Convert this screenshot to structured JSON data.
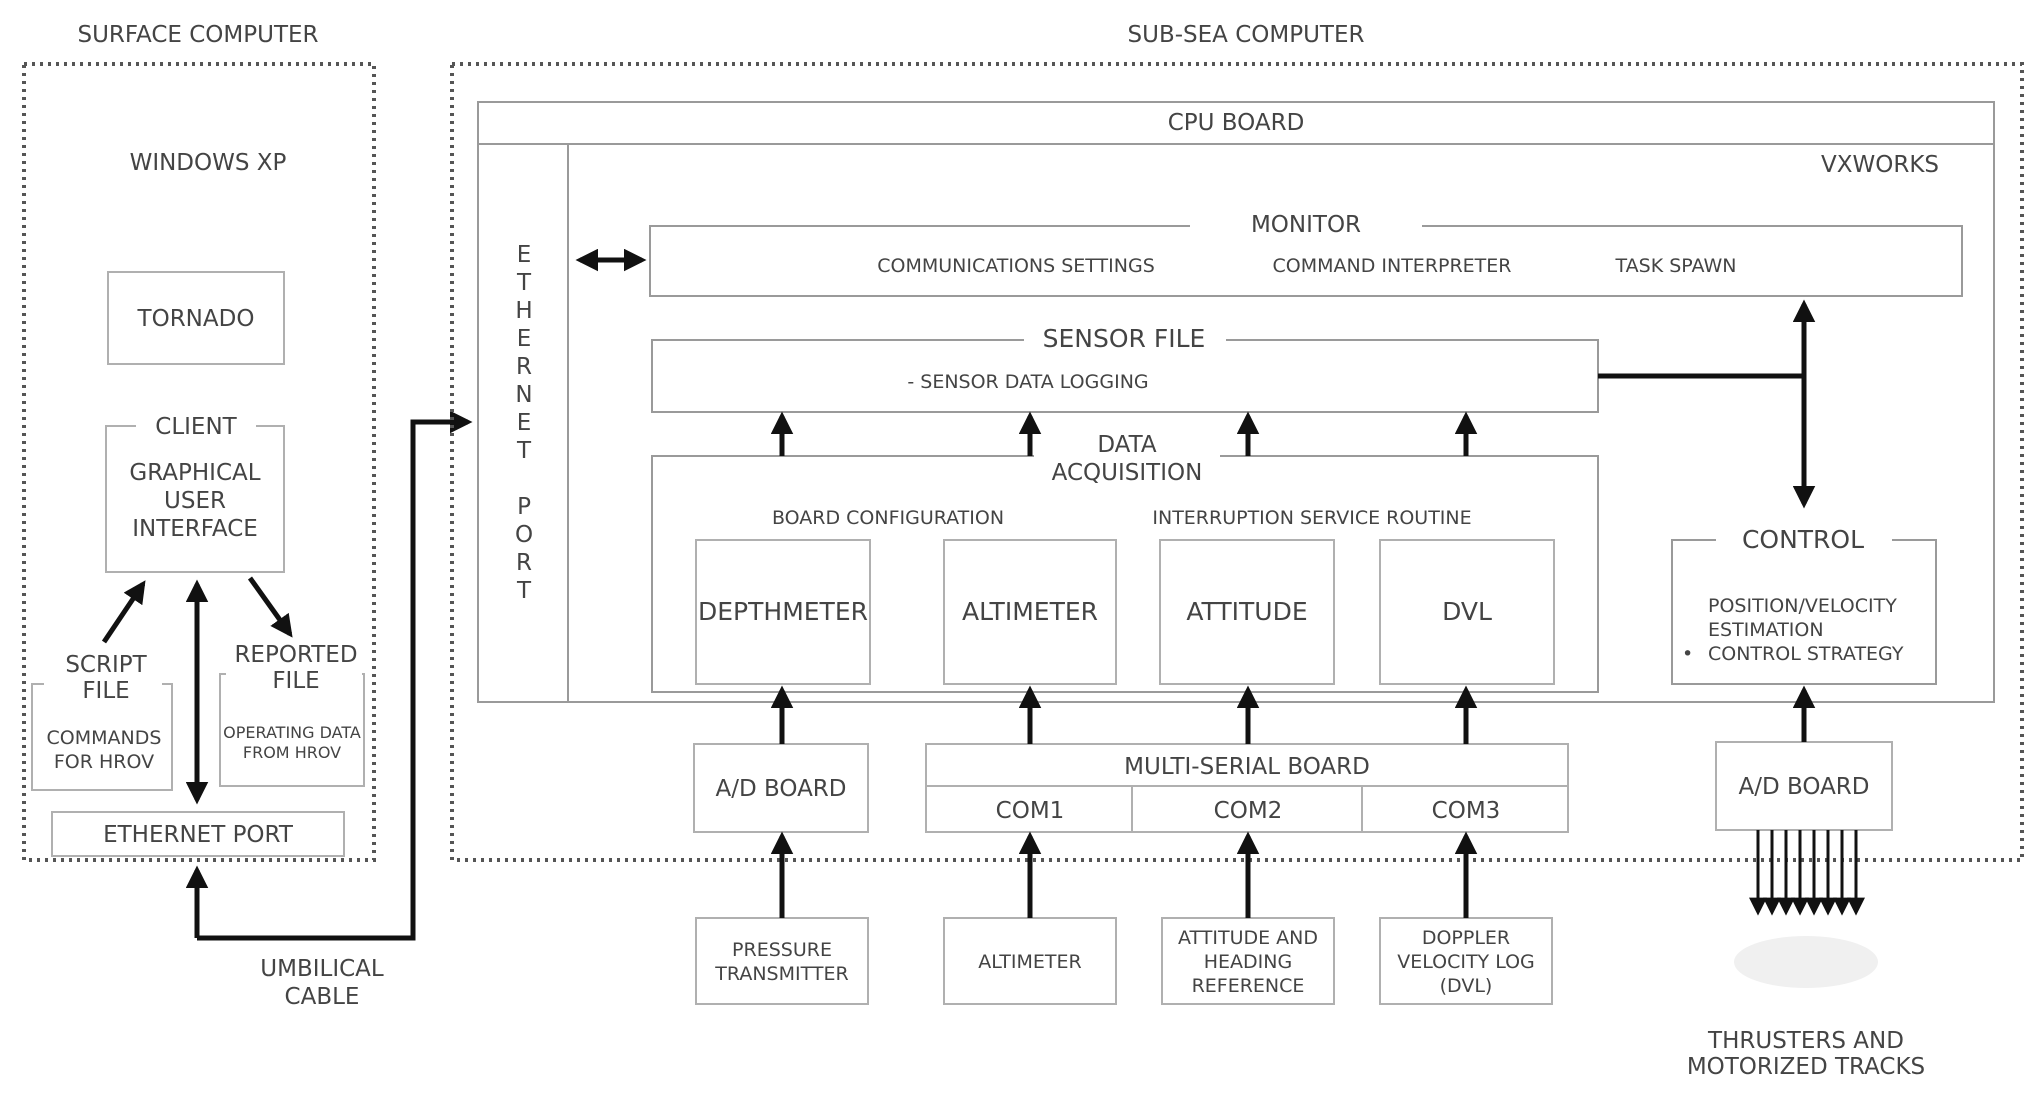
{
  "surface": {
    "title": "SURFACE COMPUTER",
    "os": "WINDOWS XP",
    "tornado": "TORNADO",
    "client": "CLIENT",
    "gui": [
      "GRAPHICAL",
      "USER",
      "INTERFACE"
    ],
    "script_file": [
      "SCRIPT",
      "FILE"
    ],
    "script_desc": [
      "COMMANDS",
      "FOR HROV"
    ],
    "reported_file": [
      "REPORTED",
      "FILE"
    ],
    "reported_desc": [
      "OPERATING DATA",
      "FROM HROV"
    ],
    "ethernet_port": "ETHERNET PORT"
  },
  "umbilical": [
    "UMBILICAL",
    "CABLE"
  ],
  "subsea": {
    "title": "SUB-SEA COMPUTER",
    "cpu_board": "CPU BOARD",
    "os": "VXWORKS",
    "ethernet_port_letters": [
      "E",
      "T",
      "H",
      "E",
      "R",
      "N",
      "E",
      "T",
      "P",
      "O",
      "R",
      "T"
    ],
    "monitor": {
      "title": "MONITOR",
      "items": [
        "COMMUNICATIONS SETTINGS",
        "COMMAND INTERPRETER",
        "TASK SPAWN"
      ]
    },
    "sensor_file": {
      "title": "SENSOR FILE",
      "item": "- SENSOR DATA LOGGING"
    },
    "data_acquisition": {
      "title": [
        "DATA",
        "ACQUISITION"
      ],
      "board_configuration": "BOARD CONFIGURATION",
      "isr": "INTERRUPTION SERVICE ROUTINE",
      "tasks": [
        "DEPTHMETER",
        "ALTIMETER",
        "ATTITUDE",
        "DVL"
      ]
    },
    "control": {
      "title": "CONTROL",
      "items": [
        "POSITION/VELOCITY",
        "ESTIMATION",
        "CONTROL STRATEGY"
      ]
    },
    "ad_board_left": "A/D BOARD",
    "multi_serial": {
      "title": "MULTI-SERIAL BOARD",
      "ports": [
        "COM1",
        "COM2",
        "COM3"
      ]
    },
    "ad_board_right": "A/D BOARD"
  },
  "sensors": {
    "pressure": [
      "PRESSURE",
      "TRANSMITTER"
    ],
    "altimeter": "ALTIMETER",
    "ahrs": [
      "ATTITUDE AND",
      "HEADING",
      "REFERENCE"
    ],
    "dvl": [
      "DOPPLER",
      "VELOCITY LOG",
      "(DVL)"
    ]
  },
  "thrusters": [
    "THRUSTERS AND",
    "MOTORIZED TRACKS"
  ]
}
